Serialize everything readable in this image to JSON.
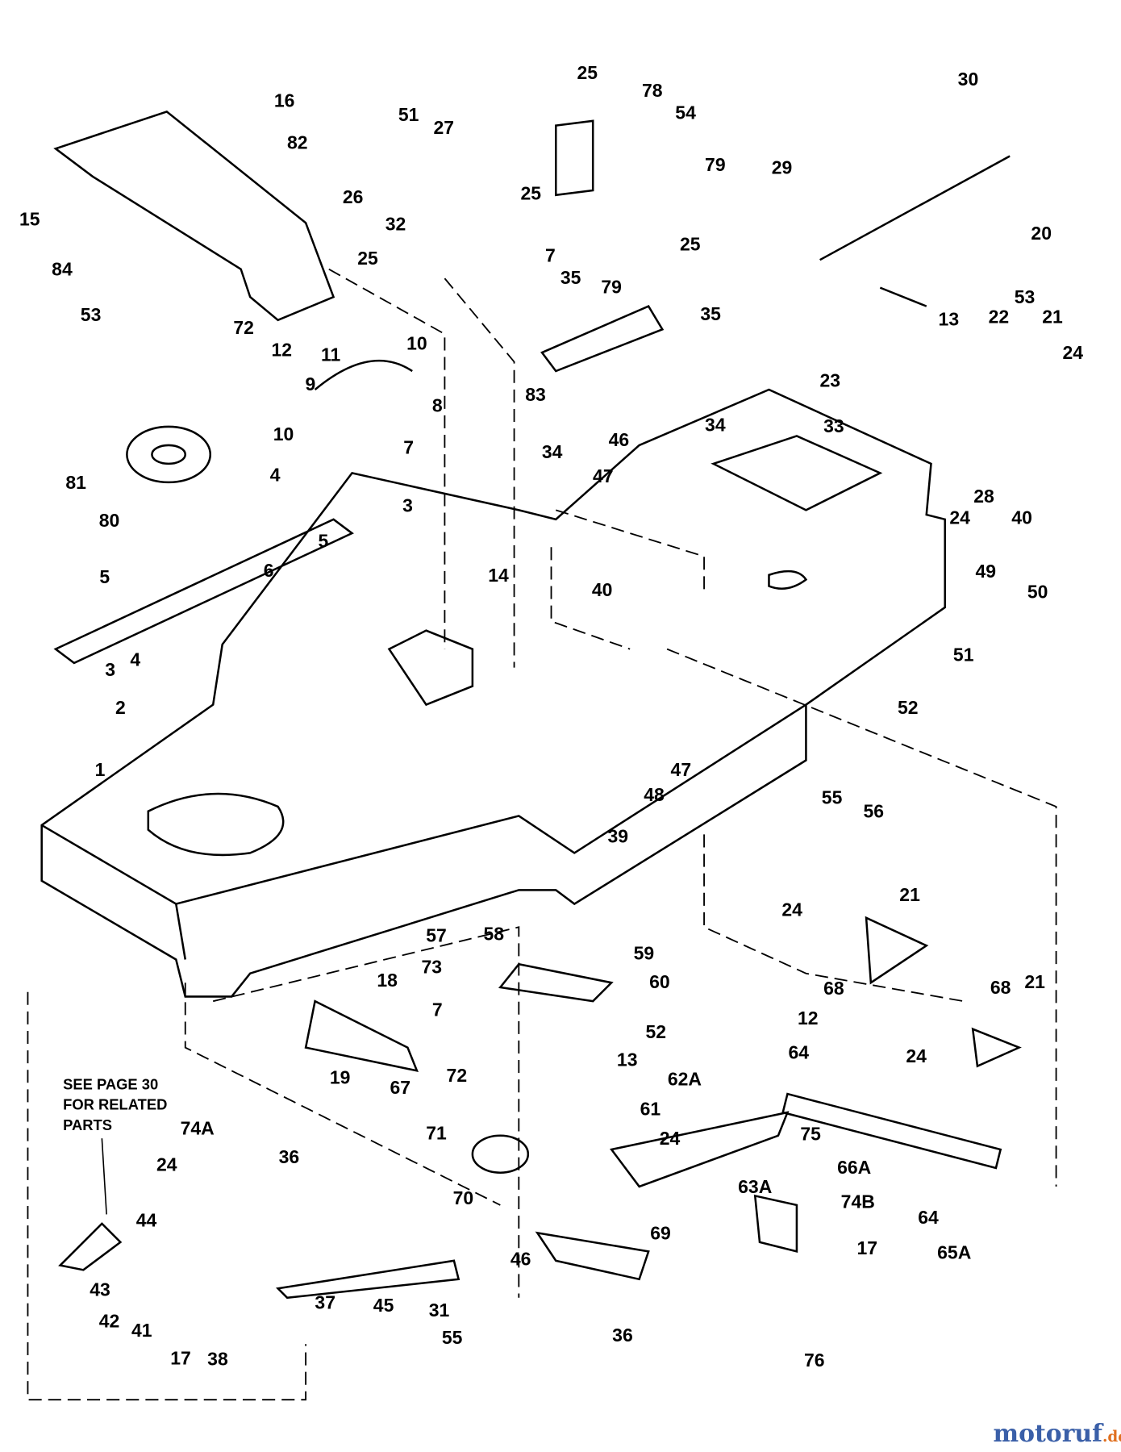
{
  "diagram": {
    "part_labels": [
      "30",
      "16",
      "25",
      "51",
      "27",
      "78",
      "54",
      "82",
      "15",
      "26",
      "25",
      "79",
      "29",
      "32",
      "25",
      "25",
      "20",
      "84",
      "7",
      "35",
      "79",
      "53",
      "22",
      "53",
      "72",
      "13",
      "21",
      "12",
      "11",
      "10",
      "35",
      "24",
      "23",
      "9",
      "8",
      "83",
      "34",
      "34",
      "46",
      "33",
      "10",
      "7",
      "81",
      "28",
      "24",
      "40",
      "4",
      "3",
      "47",
      "80",
      "5",
      "6",
      "5",
      "14",
      "40",
      "49",
      "50",
      "4",
      "3",
      "51",
      "2",
      "52",
      "1",
      "47",
      "48",
      "55",
      "56",
      "39",
      "24",
      "21",
      "57",
      "58",
      "59",
      "73",
      "60",
      "68",
      "68",
      "21",
      "18",
      "7",
      "52",
      "12",
      "64",
      "24",
      "62A",
      "13",
      "19",
      "72",
      "67",
      "74A",
      "61",
      "24",
      "75",
      "66A",
      "71",
      "36",
      "24",
      "63A",
      "70",
      "74B",
      "64",
      "65A",
      "44",
      "69",
      "46",
      "17",
      "43",
      "37",
      "45",
      "31",
      "42",
      "41",
      "55",
      "36",
      "17",
      "38",
      "76"
    ],
    "note_lines": [
      "SEE PAGE 30",
      "FOR RELATED",
      "PARTS"
    ],
    "watermark": {
      "text_main": "motoruf",
      "text_suffix": ".de",
      "color_main": "#3a5fa8",
      "color_accent": "#e07020"
    }
  }
}
